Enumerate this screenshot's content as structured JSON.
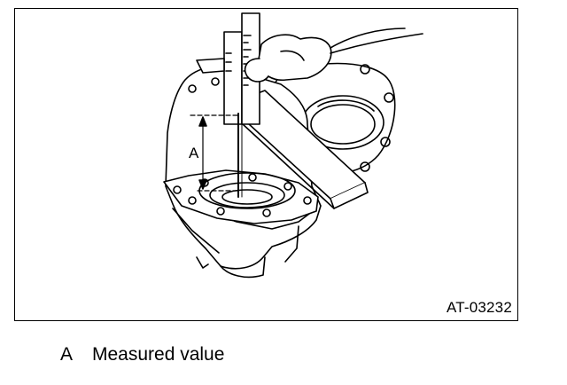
{
  "figure": {
    "id": "AT-03232",
    "callout": "A"
  },
  "legend": [
    {
      "key": "A",
      "text": "Measured value"
    }
  ],
  "colors": {
    "line": "#000000",
    "background": "#ffffff"
  }
}
